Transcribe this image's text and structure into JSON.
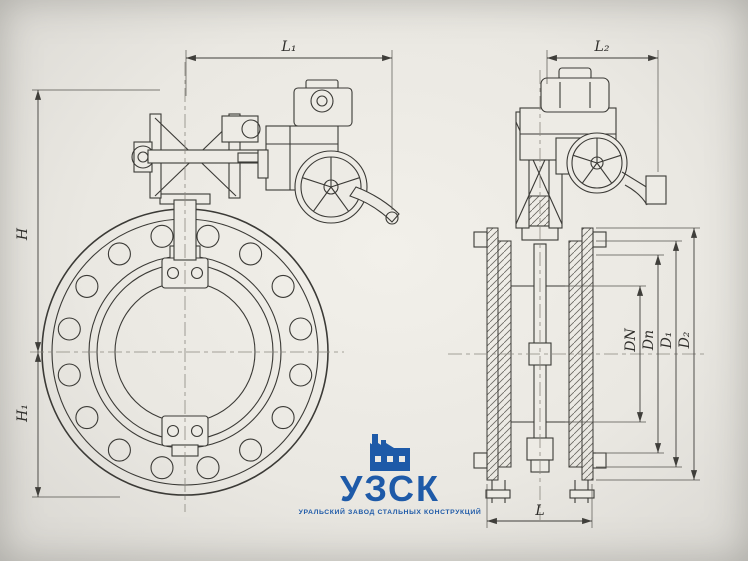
{
  "dims": {
    "l1": "L₁",
    "l2": "L₂",
    "h": "H",
    "h1": "H₁",
    "dn": "DN",
    "dp": "Dn",
    "d1": "D₁",
    "d2": "D₂",
    "l": "L"
  },
  "logo": {
    "abbr": "УЗСК",
    "subtitle": "УРАЛЬСКИЙ ЗАВОД СТАЛЬНЫХ КОНСТРУКЦИЙ"
  },
  "colors": {
    "line": "#3b3a36",
    "centerline": "#8a887f",
    "logo_blue": "#1e5aa8",
    "paper": "#e9e7e1"
  }
}
